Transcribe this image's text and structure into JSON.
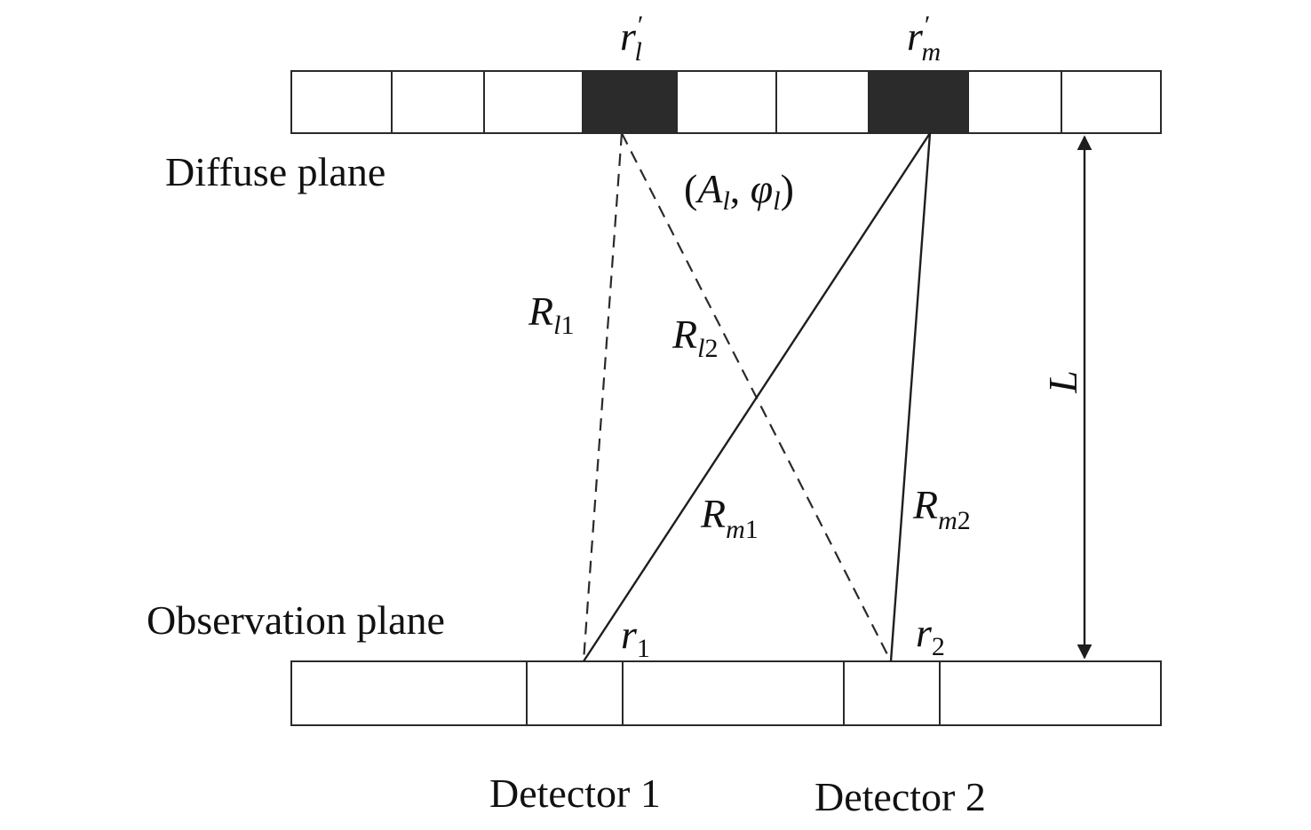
{
  "diffuse_plane": {
    "label": "Diffuse plane",
    "point_l": {
      "base": "r",
      "prime": "′",
      "sub": "l"
    },
    "point_m": {
      "base": "r",
      "prime": "′",
      "sub": "m"
    }
  },
  "observation_plane": {
    "label": "Observation plane",
    "point_1": {
      "base": "r",
      "sub": "1"
    },
    "point_2": {
      "base": "r",
      "sub": "2"
    }
  },
  "detectors": {
    "detector1": "Detector 1",
    "detector2": "Detector 2"
  },
  "amplitude_phase": {
    "open": "(",
    "A": "A",
    "A_sub": "l",
    "comma": ", ",
    "phi": "φ",
    "phi_sub": "l",
    "close": ")"
  },
  "paths": {
    "R_l1": {
      "base": "R",
      "sub_i": "l",
      "sub_n": "1"
    },
    "R_l2": {
      "base": "R",
      "sub_i": "l",
      "sub_n": "2"
    },
    "R_m1": {
      "base": "R",
      "sub_i": "m",
      "sub_n": "1"
    },
    "R_m2": {
      "base": "R",
      "sub_i": "m",
      "sub_n": "2"
    }
  },
  "distance": {
    "label": "L"
  },
  "colors": {
    "ink": "#1e1e1e",
    "filled_cell": "#2b2b2b",
    "background": "#ffffff"
  }
}
